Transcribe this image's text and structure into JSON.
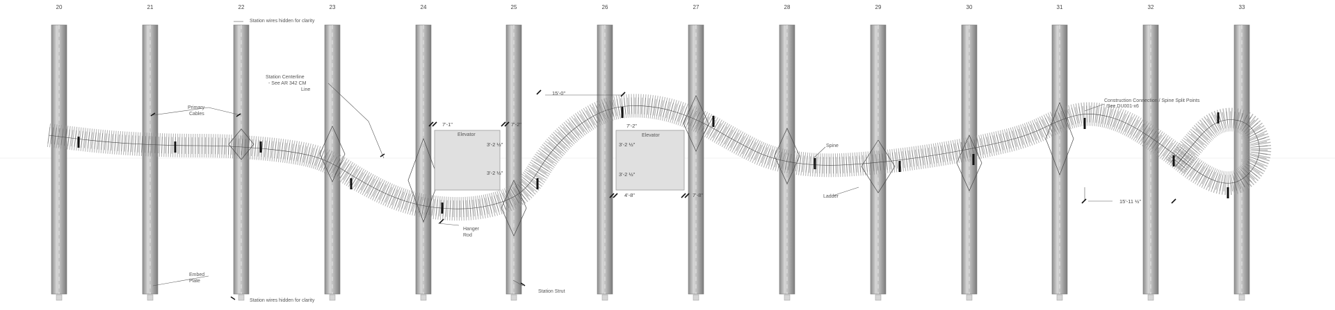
{
  "grid_lines": [
    "20",
    "21",
    "22",
    "23",
    "24",
    "25",
    "26",
    "27",
    "28",
    "29",
    "30",
    "31",
    "32",
    "33"
  ],
  "notes": {
    "station_wires_top": "Station wires hidden for clarity",
    "station_wires_bottom": "Station wires hidden for clarity",
    "station_centerline": [
      "Station Centerline",
      "- See AR 342 CM",
      "Line"
    ],
    "primary_cables": [
      "Primary",
      "Cables"
    ],
    "embed_plate": [
      "Embed",
      "Plate"
    ],
    "elevator_left": "Elevator",
    "elevator_right": "Elevator",
    "hanger_rod": [
      "Hanger",
      "Rod"
    ],
    "station_strut": "Station Strut",
    "spine": "Spine",
    "ladder": "Ladder",
    "construction_connection": [
      "Construction Connection / Spine Split Points",
      "See DU001-x6"
    ]
  },
  "dimensions": {
    "left_elevator_top_left": "7'-1\"",
    "left_elevator_top_right": "7'-2\"",
    "left_elevator_side_1": "3'-2 ½\"",
    "left_elevator_side_2": "3'-2 ½\"",
    "top_span": "15'-0\"",
    "right_elevator_top": "7'-2\"",
    "right_elevator_side_1": "3'-2 ½\"",
    "right_elevator_side_2": "3'-2 ½\"",
    "right_elevator_bottom_left": "4'-8\"",
    "right_elevator_bottom_right": "7'-8\"",
    "right_span": "15'-11 ½\""
  }
}
